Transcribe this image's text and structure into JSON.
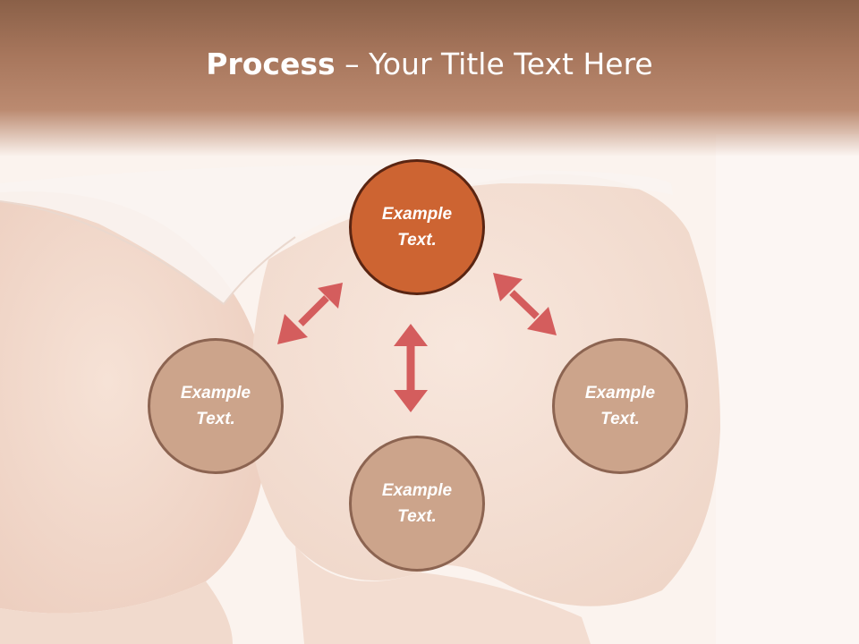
{
  "slide": {
    "title_bold": "Process",
    "title_rest": " – Your Title Text Here"
  },
  "nodes": {
    "center": {
      "line1": "Example",
      "line2": "Text."
    },
    "left": {
      "line1": "Example",
      "line2": "Text."
    },
    "right": {
      "line1": "Example",
      "line2": "Text."
    },
    "bottom": {
      "line1": "Example",
      "line2": "Text."
    }
  },
  "colors": {
    "title_band": "#a7765c",
    "center_node": "#cd6432",
    "outer_node": "#cca48b",
    "arrow": "#d45d5d"
  }
}
